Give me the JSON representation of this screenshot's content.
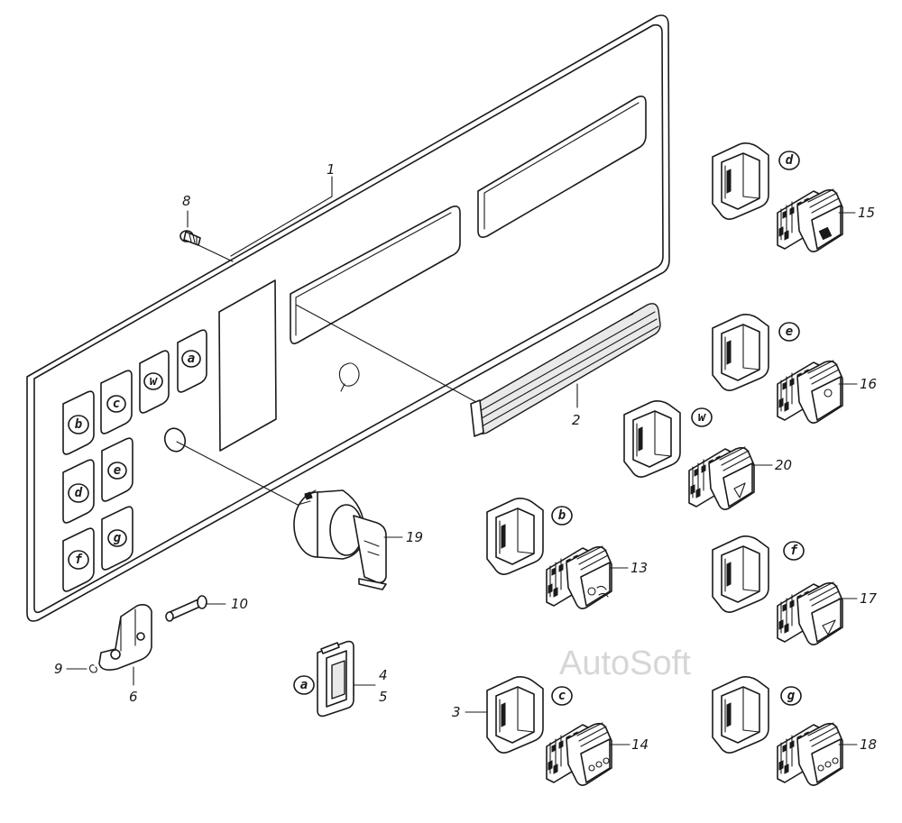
{
  "watermark": "AutoSoft",
  "panel_labels": {
    "a": "a",
    "b": "b",
    "c": "c",
    "d": "d",
    "e": "e",
    "f": "f",
    "g": "g",
    "w": "w"
  },
  "callouts": {
    "p1": "1",
    "p2": "2",
    "p3": "3",
    "p4": "4",
    "p5": "5",
    "p6": "6",
    "p8": "8",
    "p9": "9",
    "p10": "10",
    "p13": "13",
    "p14": "14",
    "p15": "15",
    "p16": "16",
    "p17": "17",
    "p18": "18",
    "p19": "19",
    "p20": "20"
  },
  "switch_letters": {
    "a": "a",
    "b": "b",
    "c": "c",
    "d": "d",
    "e": "e",
    "f": "f",
    "g": "g",
    "w": "w"
  }
}
